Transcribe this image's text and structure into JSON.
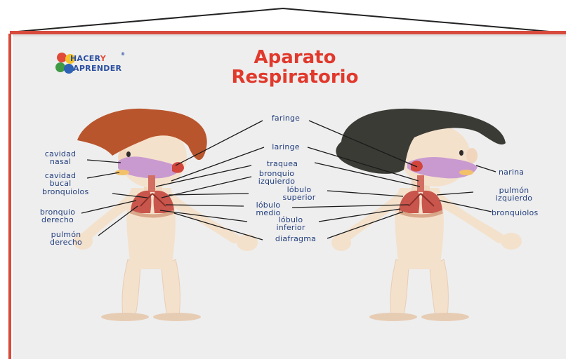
{
  "title": {
    "line1": "Aparato",
    "line2": "Respiratorio"
  },
  "logo": {
    "line1": "HACER",
    "mid": "Y",
    "line2": "APRENDER",
    "mark": "®"
  },
  "labels": {
    "faringe": "faringe",
    "laringe": "laringe",
    "traquea": "traquea",
    "bronquio_izquierdo_1": "bronquio",
    "bronquio_izquierdo_2": "izquierdo",
    "lobulo_superior_1": "lóbulo",
    "lobulo_superior_2": "superior",
    "lobulo_medio_1": "lóbulo",
    "lobulo_medio_2": "medio",
    "lobulo_inferior_1": "lóbulo",
    "lobulo_inferior_2": "inferior",
    "diafragma": "diafragma",
    "cavidad_nasal_1": "cavidad",
    "cavidad_nasal_2": "nasal",
    "cavidad_bucal_1": "cavidad",
    "cavidad_bucal_2": "bucal",
    "bronquiolos_left": "bronquiolos",
    "bronquio_derecho_1": "bronquio",
    "bronquio_derecho_2": "derecho",
    "pulmon_derecho_1": "pulmón",
    "pulmon_derecho_2": "derecho",
    "narina": "narina",
    "pulmon_izquierdo_1": "pulmón",
    "pulmon_izquierdo_2": "izquierdo",
    "bronquiolos_right": "bronquiolos"
  },
  "colors": {
    "title": "#e1392c",
    "label": "#24407f",
    "banner": "#eeeeee",
    "rod": "#d84a3c",
    "skin": "#f4e1cc",
    "boy_hair": "#b9552c",
    "girl_hair": "#3b3b36",
    "lungs": "#c9564c",
    "airway": "#c99ad0"
  }
}
